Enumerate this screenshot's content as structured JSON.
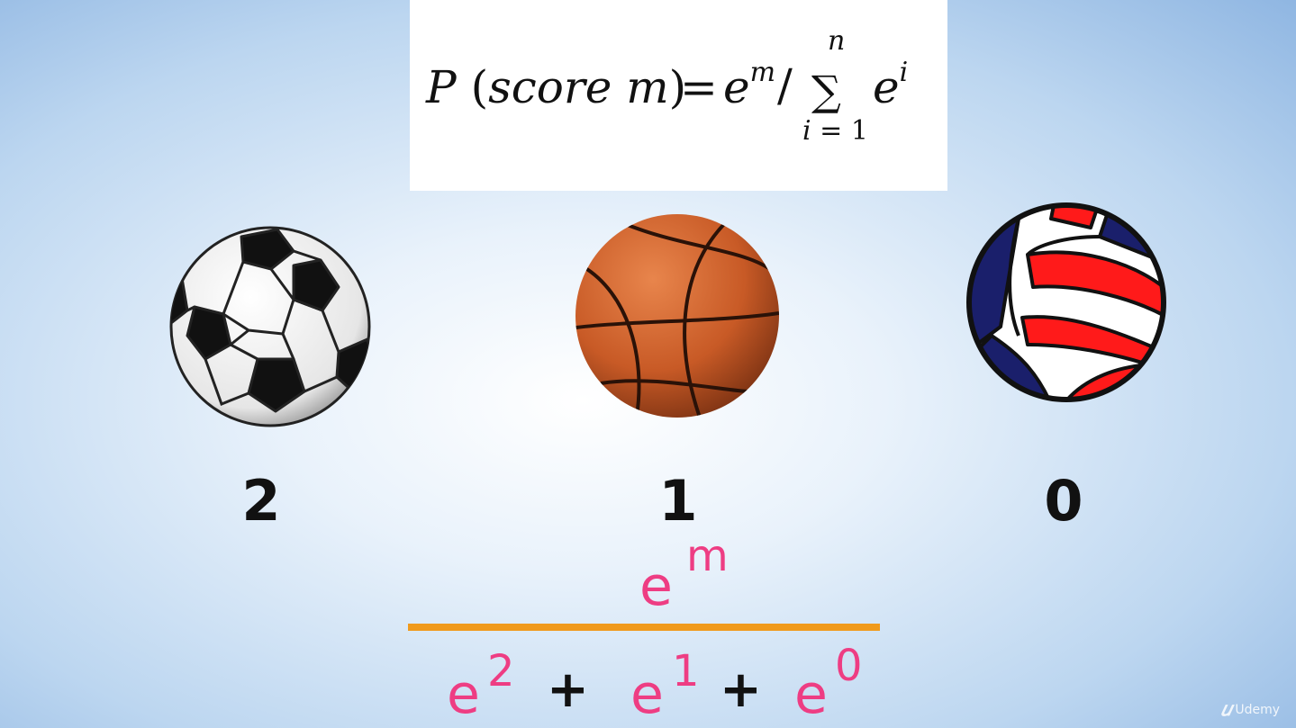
{
  "formula": {
    "P": "P",
    "open_paren": "(",
    "score_m": "score m",
    "close_paren": ")",
    "equals": "=",
    "e_base": "e",
    "m_exp": "m",
    "slash": "/",
    "sigma": "∑",
    "upper": "n",
    "lower_i": "i",
    "lower_eq": " = ",
    "lower_1": "1",
    "ei_base": "e",
    "i_exp": "i"
  },
  "balls": [
    {
      "name": "soccer ball",
      "score": "2"
    },
    {
      "name": "basketball",
      "score": "1"
    },
    {
      "name": "volleyball",
      "score": "0"
    }
  ],
  "softmax": {
    "numerator_base": "e",
    "numerator_exp": "m",
    "term1_base": "e",
    "term1_exp": "2",
    "plus1": "+",
    "term2_base": "e",
    "term2_exp": "1",
    "plus2": "+",
    "term3_base": "e",
    "term3_exp": "0"
  },
  "colors": {
    "accent_pink": "#ee3d83",
    "fraction_line": "#f09a1c",
    "basketball": "#c85a26",
    "volley_red": "#ff1a1a",
    "volley_navy": "#1a1f6b"
  },
  "watermark": {
    "icon": "udemy-logo-icon",
    "text": "Udemy"
  }
}
